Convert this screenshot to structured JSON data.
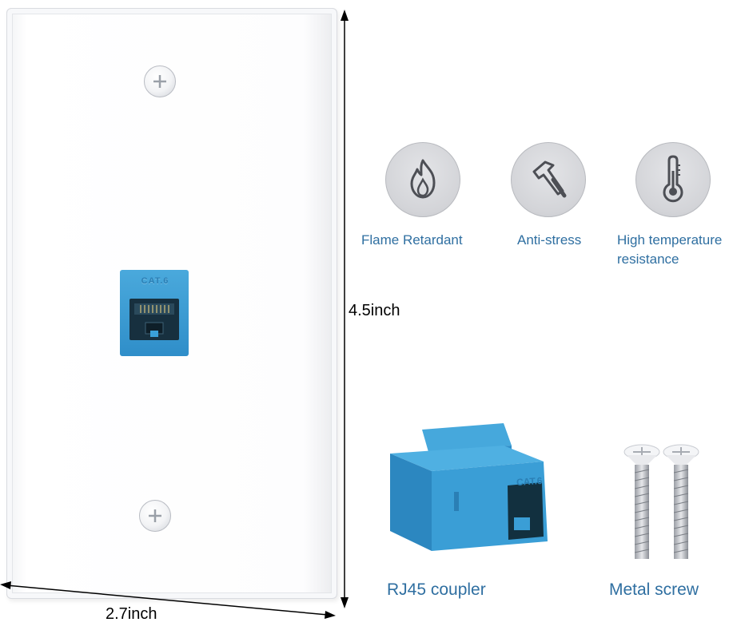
{
  "dimensions": {
    "height_label": "4.5inch",
    "width_label": "2.7inch"
  },
  "jack": {
    "label": "CAT.6",
    "color": "#3aa0d8"
  },
  "features": [
    {
      "label": "Flame Retardant",
      "icon": "flame-icon"
    },
    {
      "label": "Anti-stress",
      "icon": "hammer-icon"
    },
    {
      "label_line1": "High temperature",
      "label_line2": "resistance",
      "icon": "thermometer-icon"
    }
  ],
  "products": {
    "coupler_label": "RJ45 coupler",
    "coupler_marking": "CAT.6",
    "screw_label": "Metal screw"
  },
  "colors": {
    "label_blue": "#2f6fa1",
    "jack_blue": "#3aa0d8"
  }
}
